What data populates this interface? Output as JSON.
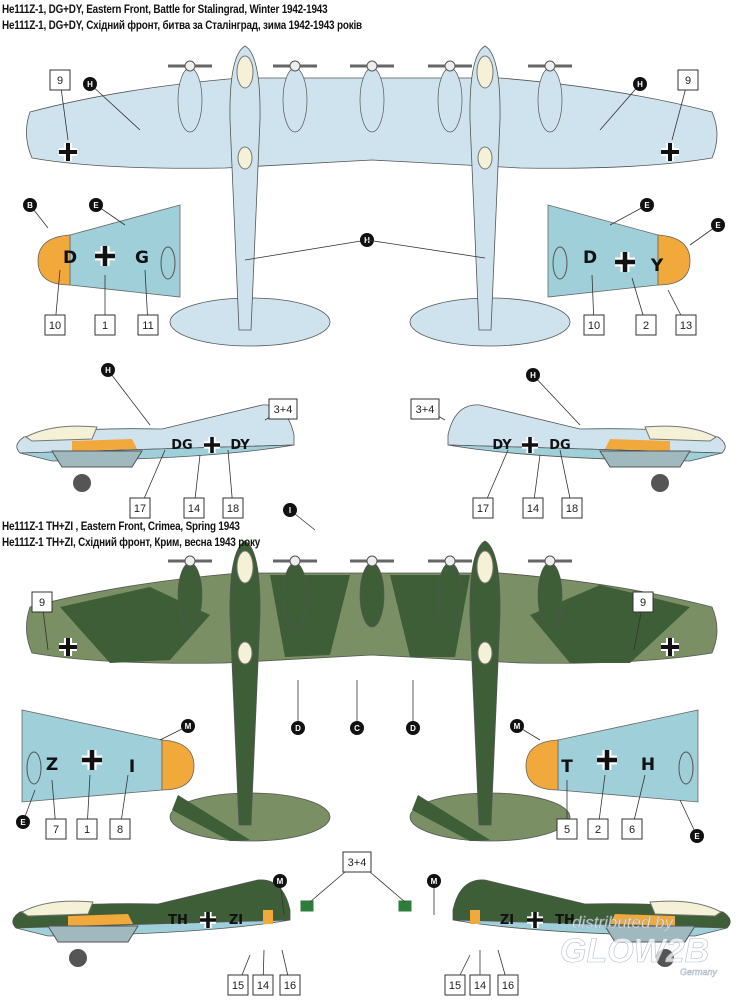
{
  "scheme1": {
    "title_en": "He111Z-1, DG+DY, Eastern Front, Battle for Stalingrad, Winter 1942-1943",
    "title_ua": "He111Z-1, DG+DY, Східний фронт, битва за Сталінград, зима 1942-1943 років",
    "colors": {
      "underside": "#cfe3ee",
      "fin": "#9fcfd8",
      "band": "#f2a93b"
    },
    "fin_codes": {
      "left_a": "D",
      "left_b": "G",
      "right_a": "D",
      "right_b": "Y"
    },
    "side_codes": {
      "a": "DG",
      "b": "DY"
    },
    "numbers": [
      "9",
      "9",
      "10",
      "1",
      "11",
      "10",
      "2",
      "13",
      "3+4",
      "3+4",
      "17",
      "14",
      "18",
      "17",
      "14",
      "18"
    ],
    "letters": [
      "H",
      "H",
      "H",
      "B",
      "E",
      "E",
      "E",
      "H",
      "H",
      "I"
    ]
  },
  "scheme2": {
    "title_en": "He111Z-1 TH+ZI , Eastern Front, Crimea, Spring 1943",
    "title_ua": "He111Z-1 TH+ZI, Східний фронт, Крим, весна 1943 року",
    "colors": {
      "dark_green": "#3d5e37",
      "light_green": "#7a8f64",
      "fin": "#9fcfd8",
      "band": "#f2a93b"
    },
    "fin_codes": {
      "left_a": "Z",
      "left_b": "I",
      "right_a": "T",
      "right_b": "H"
    },
    "side_codes": {
      "a": "TH",
      "b": "ZI"
    },
    "numbers": [
      "9",
      "9",
      "7",
      "1",
      "8",
      "5",
      "2",
      "6",
      "3+4",
      "15",
      "14",
      "16",
      "15",
      "14",
      "16"
    ],
    "letters": [
      "D",
      "C",
      "D",
      "M",
      "E",
      "M",
      "E",
      "M",
      "M"
    ]
  },
  "watermark": {
    "line1": "distributed by",
    "line2": "GLOW2B",
    "line3": "Germany"
  }
}
